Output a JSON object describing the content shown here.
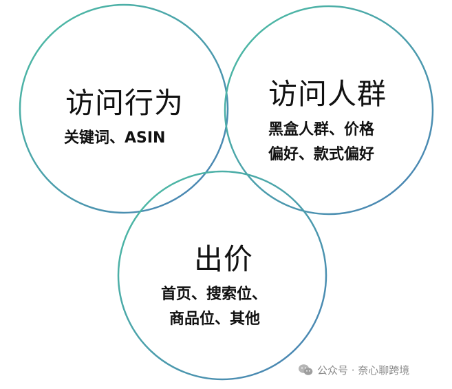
{
  "colors": {
    "circle_stroke_start": "#4cbfa2",
    "circle_stroke_end": "#4a7fb5",
    "text": "#111111",
    "watermark": "#8a8a8a"
  },
  "circles": [
    {
      "id": "visit-behavior",
      "title": "访问行为",
      "lines": [
        "关键词、ASIN"
      ]
    },
    {
      "id": "visit-audience",
      "title": "访问人群",
      "lines": [
        "黑盒人群、价格",
        "偏好、款式偏好"
      ]
    },
    {
      "id": "bid",
      "title": "出价",
      "lines": [
        "首页、搜索位、",
        "商品位、其他"
      ]
    }
  ],
  "watermark": {
    "icon": "wechat-icon",
    "text": "公众号 · 奈心聊跨境"
  }
}
